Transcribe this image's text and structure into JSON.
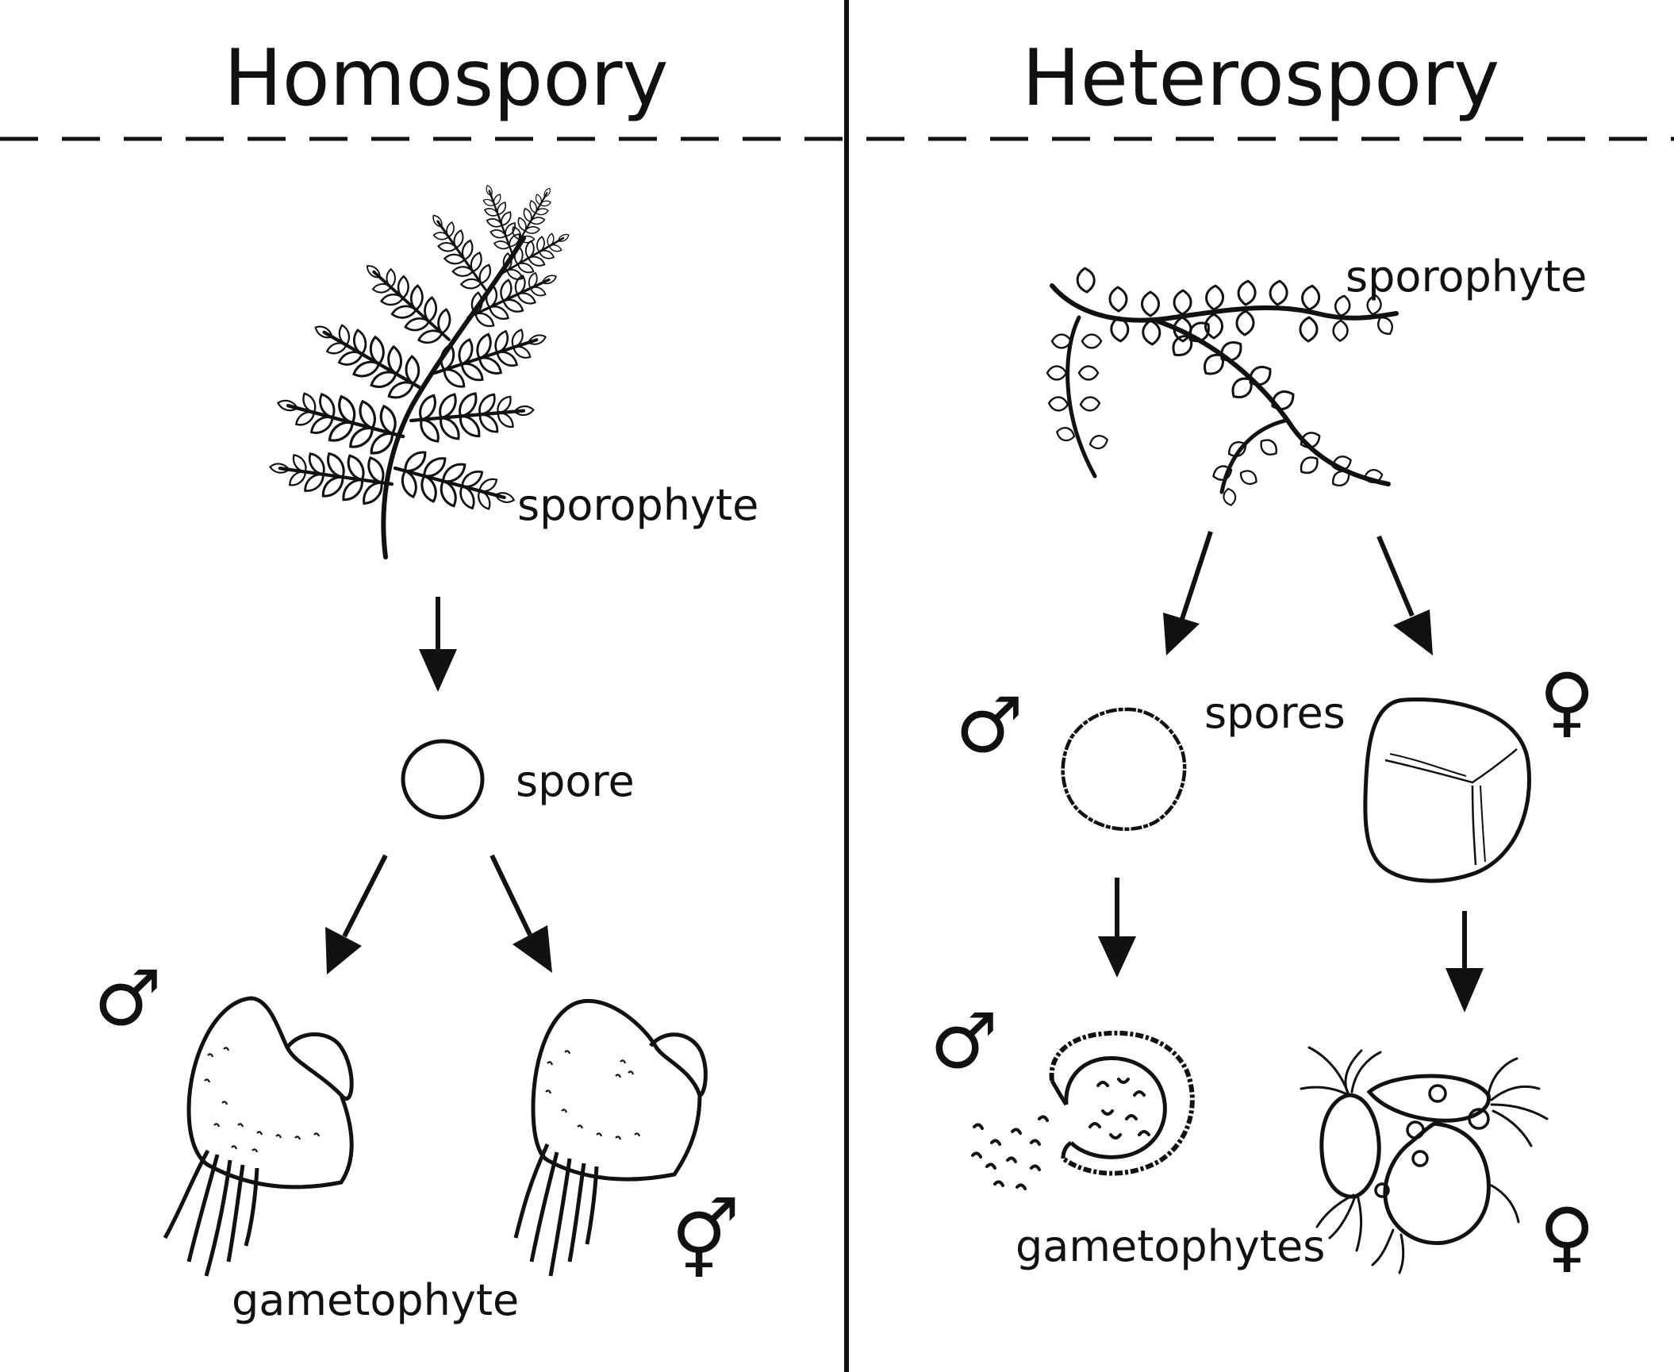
{
  "left_panel": {
    "heading": "Homospory",
    "sporophyte_label": "sporophyte",
    "spore_label": "spore",
    "gametophyte_label": "gametophyte",
    "male_symbol": "♂",
    "bisexual_symbol": "⚥"
  },
  "right_panel": {
    "heading": "Heterospory",
    "sporophyte_label": "sporophyte",
    "spores_label": "spores",
    "gametophytes_label": "gametophytes",
    "male_symbol": "♂",
    "female_symbol": "♀"
  },
  "colors": {
    "ink": "#111111",
    "background": "#ffffff"
  },
  "icons": [
    "fern-frond-icon",
    "water-fern-icon",
    "spore-icon",
    "microspore-icon",
    "megaspore-icon",
    "prothallus-icon",
    "male-gametophyte-icon",
    "female-gametophyte-icon",
    "arrow-icon"
  ]
}
